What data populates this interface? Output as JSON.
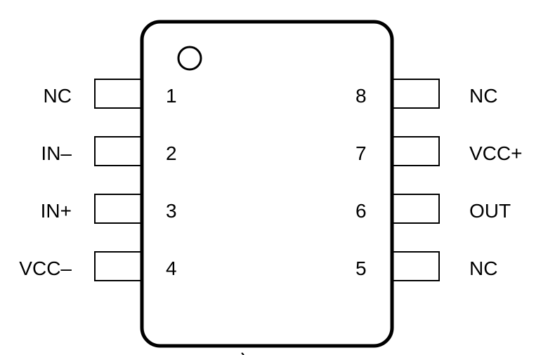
{
  "package": {
    "left_pins": [
      {
        "number": "1",
        "label": "NC"
      },
      {
        "number": "2",
        "label": "IN–"
      },
      {
        "number": "3",
        "label": "IN+"
      },
      {
        "number": "4",
        "label": "VCC–"
      }
    ],
    "right_pins": [
      {
        "number": "8",
        "label": "NC"
      },
      {
        "number": "7",
        "label": "VCC+"
      },
      {
        "number": "6",
        "label": "OUT"
      },
      {
        "number": "5",
        "label": "NC"
      }
    ]
  }
}
